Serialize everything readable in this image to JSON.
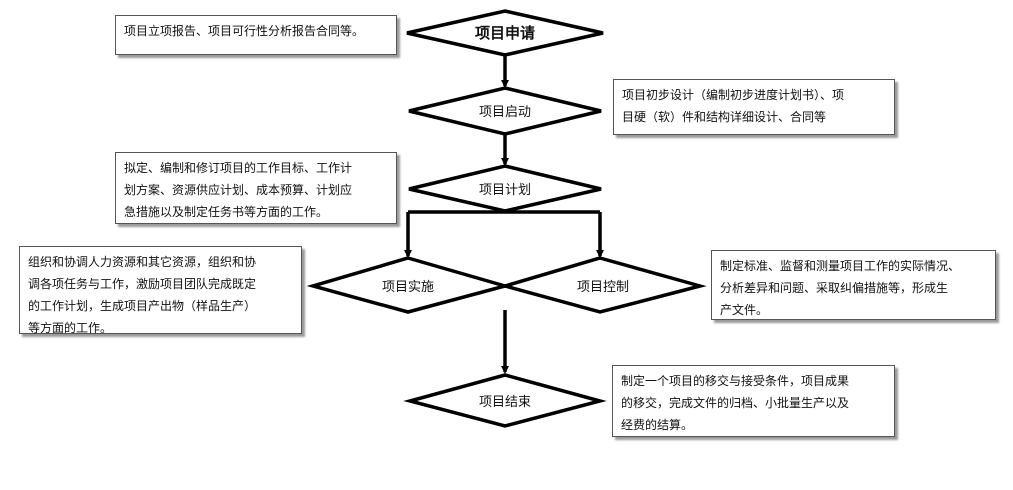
{
  "nodes": {
    "apply": "项目申请",
    "start": "项目启动",
    "plan": "项目计划",
    "execute": "项目实施",
    "control": "项目控制",
    "close": "项目结束"
  },
  "notes": {
    "apply": "项目立项报告、项目可行性分析报告合同等。",
    "start": "项目初步设计（编制初步进度计划书）、项\n目硬（软）件和结构详细设计、合同等",
    "plan": "拟定、编制和修订项目的工作目标、工作计\n划方案、资源供应计划、成本预算、计划应\n急措施以及制定任务书等方面的工作。",
    "execute": "组织和协调人力资源和其它资源，组织和协\n调各项任务与工作，激励项目团队完成既定\n的工作计划，生成项目产出物（样品生产）\n等方面的工作。",
    "control": "制定标准、监督和测量项目工作的实际情况、\n分析差异和问题、采取纠偏措施等，形成生\n产文件。",
    "close": "制定一个项目的移交与接受条件，项目成果\n的移交，完成文件的归档、小批量生产以及\n经费的结算。"
  }
}
